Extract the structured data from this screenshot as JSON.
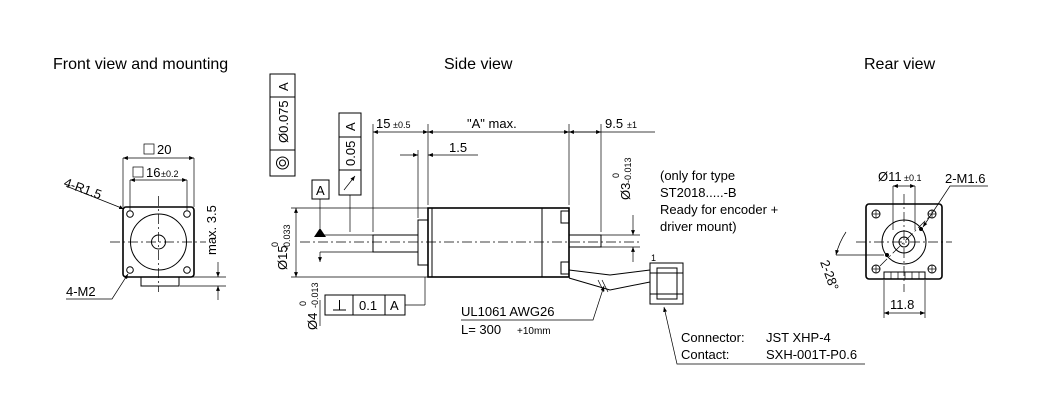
{
  "titles": {
    "front": "Front view and mounting",
    "side": "Side view",
    "rear": "Rear view"
  },
  "front": {
    "square20": "20",
    "square16": "16",
    "square16_tol": "±0.2",
    "radius": "4-R1.5",
    "thread": "4-M2",
    "max35": "max. 3.5"
  },
  "side": {
    "runout": "Ø0.075",
    "datum": "A",
    "runout2": "0.05",
    "d15": "Ø15",
    "d15_tol_up": "0",
    "d15_tol_lo": "-0.033",
    "d4": "Ø4",
    "d4_tol_up": "0",
    "d4_tol_lo": "-0.013",
    "d3": "Ø3",
    "d3_tol_up": "0",
    "d3_tol_lo": "-0.013",
    "perp_val": "0.1",
    "len15": "15",
    "len15_tol": "±0.5",
    "lenA": "\"A\" max.",
    "len95": "9.5",
    "len95_tol": "±1",
    "len15b": "1.5",
    "note1": "(only for type",
    "note2": "ST2018.....-B",
    "note3": "Ready for encoder +",
    "note4": "driver mount)",
    "cable1": "UL1061 AWG26",
    "cable2": "L= 300",
    "cable2_tol": "+10mm",
    "pin1": "1",
    "conn_label": "Connector:",
    "conn_val": "JST  XHP-4",
    "contact_label": "Contact:",
    "contact_val": "SXH-001T-P0.6"
  },
  "rear": {
    "d11": "Ø11",
    "d11_tol": "±0.1",
    "thread": "2-M1.6",
    "angle": "2-28°",
    "w118": "11.8"
  }
}
